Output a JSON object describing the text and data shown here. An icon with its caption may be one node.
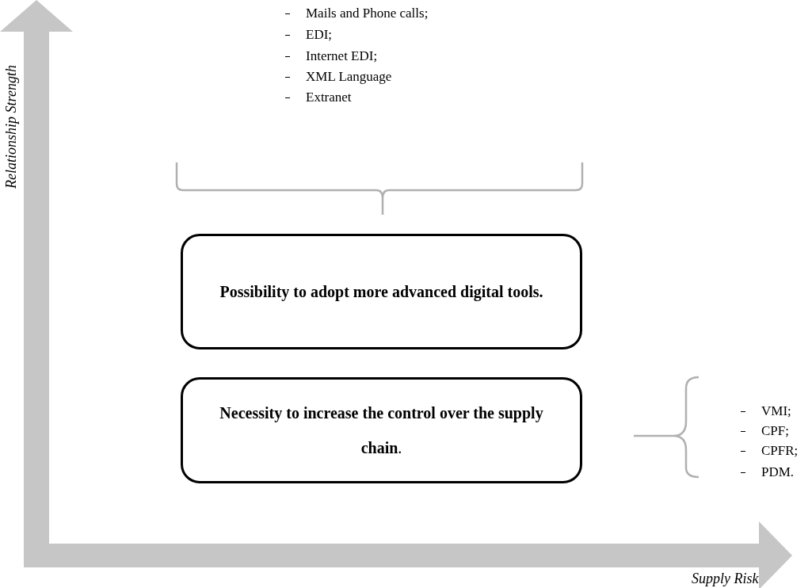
{
  "diagram": {
    "nodes": [
      {
        "text": [
          "Possibility to adopt more advanced digital tools."
        ]
      },
      {
        "text": [
          "**Necessity to increase the control over the supply chain**."
        ]
      }
    ],
    "labels": [
      "Relationship Strength",
      "Mails and Phone calls;",
      "EDI;",
      "Internet EDI;",
      "XML Language",
      "Extranet",
      "VMI;",
      "CPF;",
      "CPFR;",
      "PDM.",
      "Supply Risk"
    ]
  }
}
